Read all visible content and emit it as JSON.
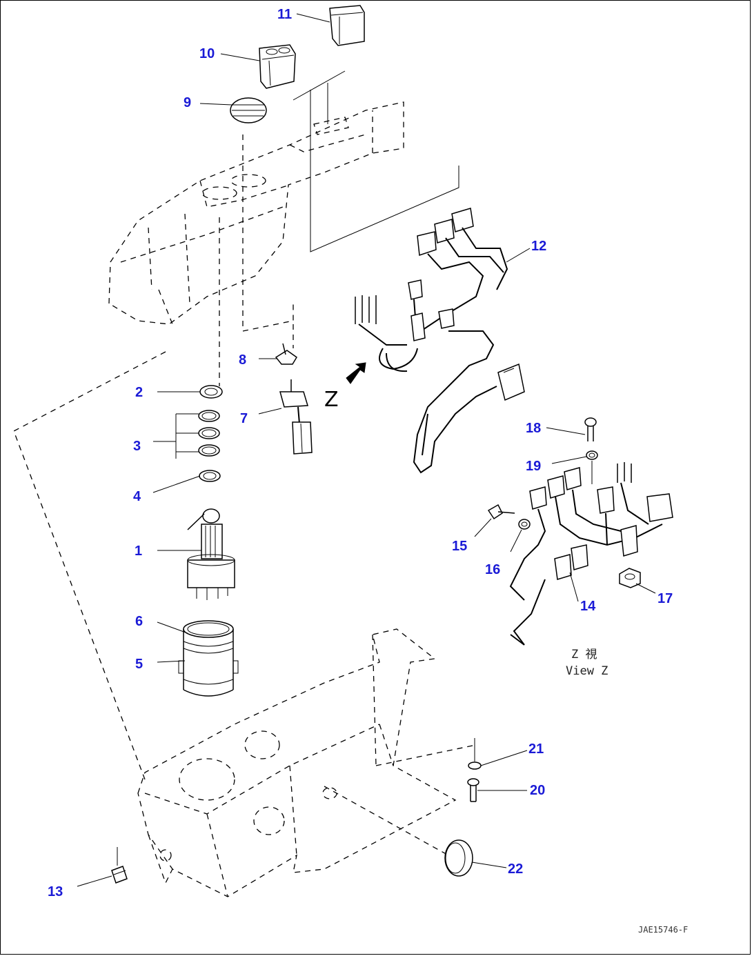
{
  "callouts": [
    {
      "id": "1",
      "label": "1"
    },
    {
      "id": "2",
      "label": "2"
    },
    {
      "id": "3",
      "label": "3"
    },
    {
      "id": "4",
      "label": "4"
    },
    {
      "id": "5",
      "label": "5"
    },
    {
      "id": "6",
      "label": "6"
    },
    {
      "id": "7",
      "label": "7"
    },
    {
      "id": "8",
      "label": "8"
    },
    {
      "id": "9",
      "label": "9"
    },
    {
      "id": "10",
      "label": "10"
    },
    {
      "id": "11",
      "label": "11"
    },
    {
      "id": "12",
      "label": "12"
    },
    {
      "id": "13",
      "label": "13"
    },
    {
      "id": "14",
      "label": "14"
    },
    {
      "id": "15",
      "label": "15"
    },
    {
      "id": "16",
      "label": "16"
    },
    {
      "id": "17",
      "label": "17"
    },
    {
      "id": "18",
      "label": "18"
    },
    {
      "id": "19",
      "label": "19"
    },
    {
      "id": "20",
      "label": "20"
    },
    {
      "id": "21",
      "label": "21"
    },
    {
      "id": "22",
      "label": "22"
    }
  ],
  "view_label": {
    "line1": "Z 視",
    "line2": "View Z"
  },
  "arrow_letter": "Z",
  "drawing_number": "JAE15746-F",
  "colors": {
    "callout": "#1a1ad6",
    "line": "#000000"
  }
}
